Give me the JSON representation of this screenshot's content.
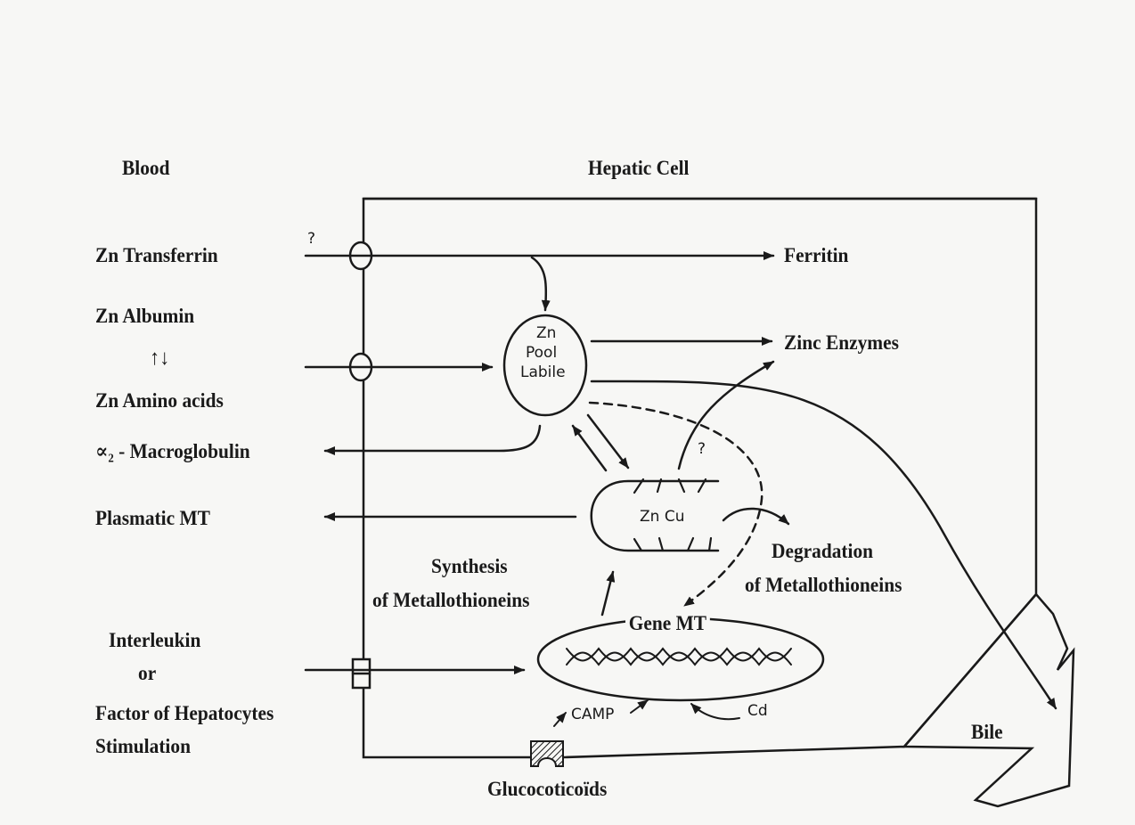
{
  "regions": {
    "blood": "Blood",
    "hepatic_cell": "Hepatic Cell",
    "bile": "Bile"
  },
  "blood_side": {
    "zn_transferrin": "Zn Transferrin",
    "unknown_mark": "?",
    "zn_albumin": "Zn Albumin",
    "equilibrium": "↑↓",
    "zn_amino_acids": "Zn Amino acids",
    "macroglobulin": "∝₂ - Macroglobulin",
    "plasmatic_mt": "Plasmatic MT",
    "interleukin": "Interleukin",
    "or": "or",
    "factor": "Factor of Hepatocytes",
    "stimulation": "Stimulation"
  },
  "cell": {
    "ferritin": "Ferritin",
    "zinc_enzymes": "Zinc Enzymes",
    "pool": [
      "Zn",
      "Pool",
      "Labile"
    ],
    "mt_complex": "Zn Cu",
    "unknown_mark": "?",
    "synthesis": [
      "Synthesis",
      "of Metallothioneins"
    ],
    "degradation": [
      "Degradation",
      "of Metallothioneins"
    ],
    "gene_mt": "Gene MT",
    "camp": "CAMP",
    "cd": "Cd",
    "glucocorticoids": "Glucocoticoïds"
  },
  "colors": {
    "ink": "#1a1a1a",
    "paper": "#f7f7f5"
  }
}
